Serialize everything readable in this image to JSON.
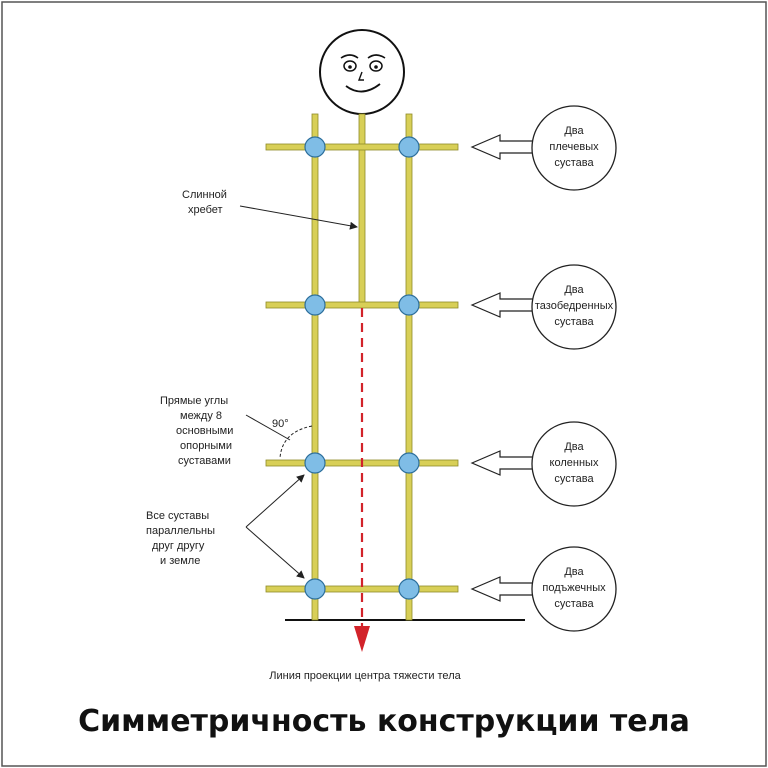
{
  "title": "Симметричность конструкции тела",
  "caption_bottom": "Линия проекции центра тяжести тела",
  "spine_label": [
    "Слинной",
    "хребет"
  ],
  "angle_label": [
    "Прямые углы",
    "между 8",
    "основными",
    "опорными",
    "суставами"
  ],
  "angle_value": "90°",
  "parallel_label": [
    "Все суставы",
    "параллельны",
    "друг другу",
    "и земле"
  ],
  "joint_groups": [
    {
      "lines": [
        "Два",
        "плечевых",
        "сустава"
      ]
    },
    {
      "lines": [
        "Два",
        "тазобедренных",
        "сустава"
      ]
    },
    {
      "lines": [
        "Два",
        "коленных",
        "сустава"
      ]
    },
    {
      "lines": [
        "Два",
        "подъжечных",
        "сустава"
      ]
    }
  ],
  "colors": {
    "frame": "#d8cf57",
    "frame_edge": "#8f8a28",
    "joint": "#7fbde6",
    "joint_edge": "#2d6f9c",
    "gravity_line": "#d2232a",
    "border": "#444444"
  }
}
